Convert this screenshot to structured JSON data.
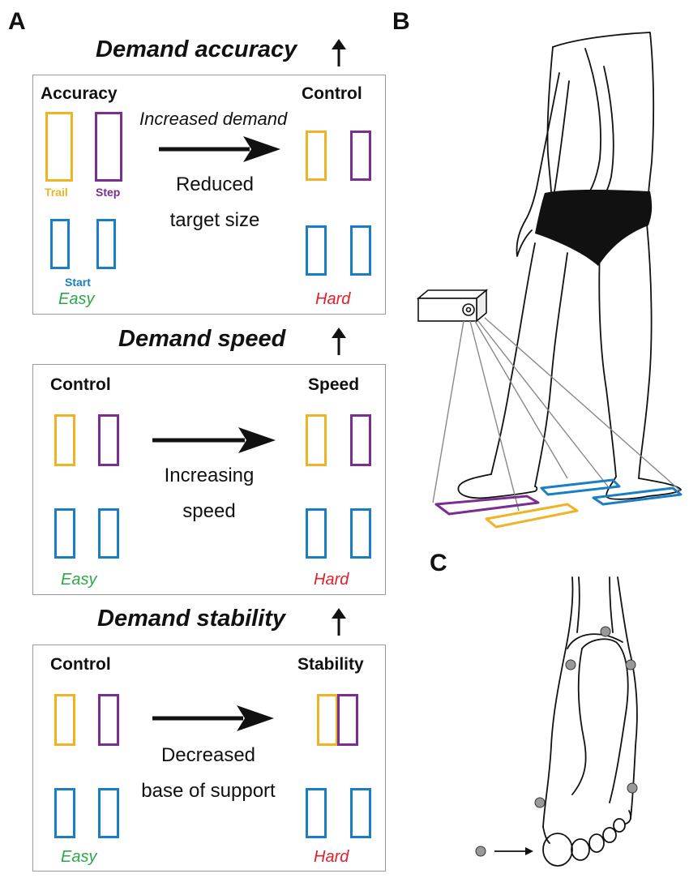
{
  "colors": {
    "trail": "#f0b323",
    "step": "#7b2d91",
    "start": "#1a7ec2",
    "easy": "#2ba84a",
    "hard": "#e0202a",
    "frame": "#9a9a9a"
  },
  "panel_a": {
    "letter": "A",
    "accuracy": {
      "heading": "Demand accuracy",
      "left_title": "Accuracy",
      "right_title": "Control",
      "arrow_caption": "Increased demand",
      "change_line1": "Reduced",
      "change_line2": "target size",
      "trail_label": "Trail",
      "step_label": "Step",
      "start_label": "Start",
      "easy": "Easy",
      "hard": "Hard"
    },
    "speed": {
      "heading": "Demand speed",
      "left_title": "Control",
      "right_title": "Speed",
      "change_line1": "Increasing",
      "change_line2": "speed",
      "easy": "Easy",
      "hard": "Hard"
    },
    "stability": {
      "heading": "Demand stability",
      "left_title": "Control",
      "right_title": "Stability",
      "change_line1": "Decreased",
      "change_line2": "base of support",
      "easy": "Easy",
      "hard": "Hard"
    }
  },
  "panel_b": {
    "letter": "B"
  },
  "panel_c": {
    "letter": "C"
  }
}
